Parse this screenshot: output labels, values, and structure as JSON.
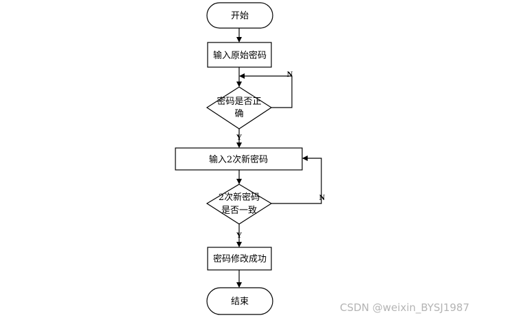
{
  "flowchart": {
    "nodes": {
      "start": "开始",
      "input_original": "输入原始密码",
      "check_password": [
        "密码是否正",
        "确"
      ],
      "input_new": "输入2次新密码",
      "check_consistent": [
        "2次新密码",
        "是否一致"
      ],
      "success": "密码修改成功",
      "end": "结束"
    },
    "labels": {
      "no_1": "N",
      "yes_1": "Y",
      "no_2": "N",
      "yes_2": "Y"
    }
  },
  "watermark": "CSDN @weixin_BYSJ1987"
}
